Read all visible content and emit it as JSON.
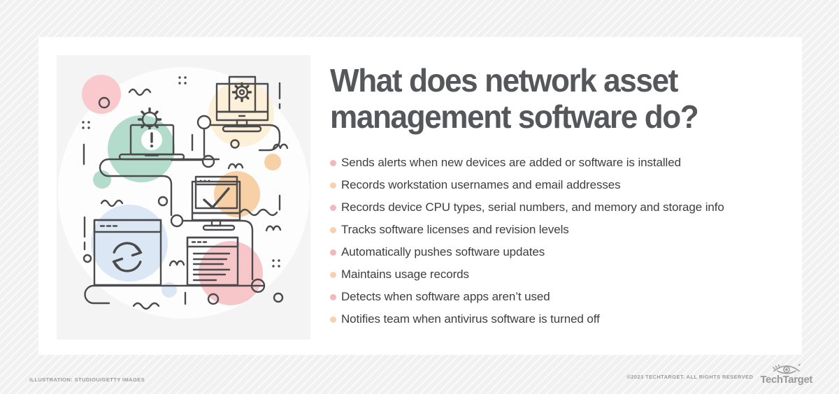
{
  "title": "What does network asset management software do?",
  "title_line1": "What does network asset",
  "title_line2": "management software do?",
  "bullets": [
    {
      "text": "Sends alerts when new devices are added or software is installed",
      "bullet_color": "#f2b8bf"
    },
    {
      "text": "Records workstation usernames and email addresses",
      "bullet_color": "#f5d3b1"
    },
    {
      "text": "Records device CPU types, serial numbers, and memory and storage info",
      "bullet_color": "#f2b8bf"
    },
    {
      "text": "Tracks software licenses and revision levels",
      "bullet_color": "#f5d3b1"
    },
    {
      "text": "Automatically pushes software updates",
      "bullet_color": "#f2b8bf"
    },
    {
      "text": "Maintains usage records",
      "bullet_color": "#f5d3b1"
    },
    {
      "text": "Detects when software apps aren’t used",
      "bullet_color": "#f2b8bf"
    },
    {
      "text": "Notifies team when antivirus software is turned off",
      "bullet_color": "#f5d3b1"
    }
  ],
  "footer": {
    "credit": "ILLUSTRATION: STUDIOU/GETTY IMAGES",
    "copyright": "©2023 TECHTARGET. ALL RIGHTS RESERVED",
    "brand": "TechTarget"
  },
  "illustration": {
    "icons": [
      "laptop-alert-icon",
      "desktop-gear-icon",
      "monitor-check-icon",
      "browser-sync-icon",
      "document-list-icon",
      "eye-logo-icon"
    ]
  },
  "colors": {
    "page_bg": "#f1f1f2",
    "stripe": "#fbfbfb",
    "card_bg": "#ffffff",
    "illus_bg": "#f4f4f5",
    "line": "#4b4b4d",
    "title": "#56575a",
    "text": "#3d3e40",
    "footer_text": "#9c9c9d",
    "bullet_pink": "#f2b8bf",
    "bullet_peach": "#f5d3b1",
    "circle_pink": "#f9c9ce",
    "circle_teal": "#b4dccd",
    "circle_cream": "#fcf0d9",
    "circle_peach": "#f7d0a5",
    "circle_blue": "#dce7f5",
    "circle_pink2": "#f7c6c9"
  }
}
